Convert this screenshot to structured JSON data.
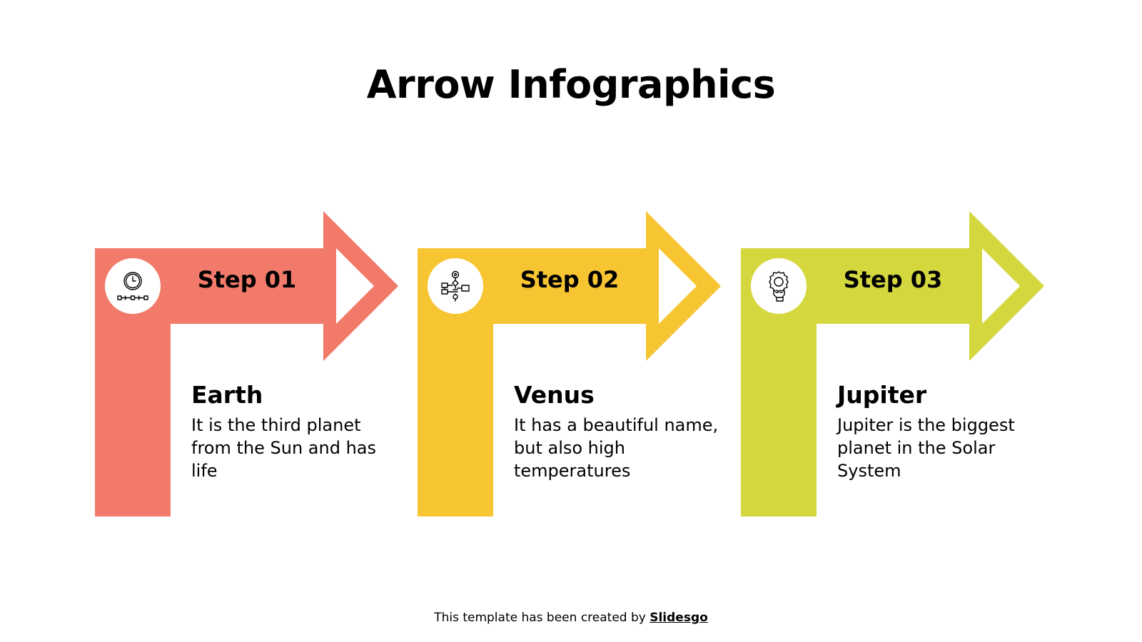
{
  "title": "Arrow Infographics",
  "steps": [
    {
      "label": "Step 01",
      "name": "Earth",
      "description": "It is the third planet from the Sun and has life",
      "color": "#F27A6B",
      "icon": "timeline-clock-icon"
    },
    {
      "label": "Step 02",
      "name": "Venus",
      "description": "It has a beautiful name, but also high temperatures",
      "color": "#F8C532",
      "icon": "flowchart-gear-icon"
    },
    {
      "label": "Step 03",
      "name": "Jupiter",
      "description": "Jupiter is the biggest planet in the Solar System",
      "color": "#D4D83E",
      "icon": "gear-hand-icon"
    }
  ],
  "credit": {
    "text": "This template has been created by ",
    "brand": "Slidesgo"
  }
}
